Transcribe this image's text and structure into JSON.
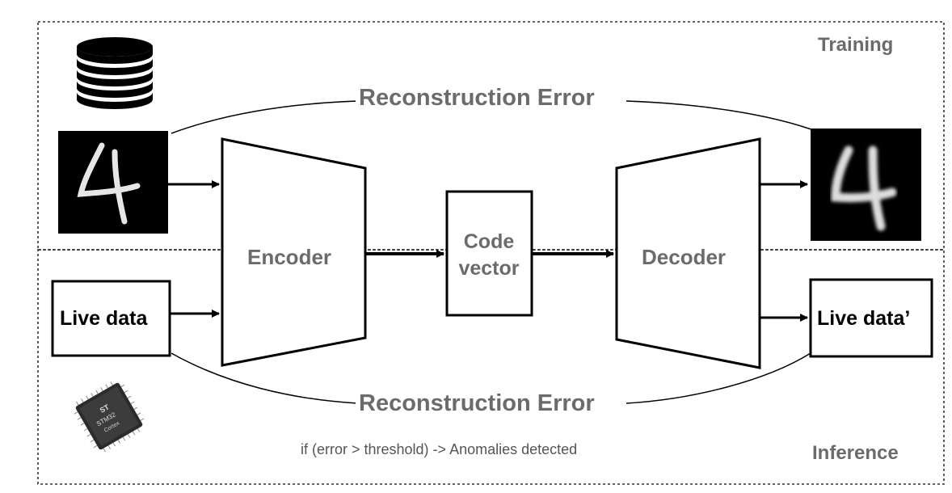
{
  "sections": {
    "training_label": "Training",
    "inference_label": "Inference"
  },
  "encoder": {
    "label": "Encoder"
  },
  "decoder": {
    "label": "Decoder"
  },
  "code_vector": {
    "line1": "Code",
    "line2": "vector"
  },
  "reconstruction_error_top": "Reconstruction Error",
  "reconstruction_error_bottom": "Reconstruction Error",
  "input_live": "Live data",
  "output_live": "Live data’",
  "condition_text": "if (error > threshold) -> Anomalies detected",
  "icons": [
    "database-icon",
    "mnist-digit-input",
    "mnist-digit-reconstructed",
    "microcontroller-icon"
  ],
  "colors": {
    "label_gray": "#6b6b6b",
    "stroke": "#000000",
    "dashed_border": "#333333"
  }
}
